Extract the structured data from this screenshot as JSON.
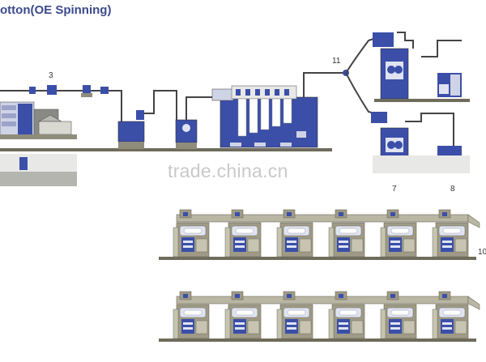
{
  "header": {
    "title": "otton(OE Spinning)"
  },
  "watermark": "trade.china.cn",
  "labels": {
    "n3": "3",
    "n11": "11",
    "n7": "7",
    "n8": "8",
    "n10": "10"
  },
  "colors": {
    "machine_blue": "#3b4fa8",
    "machine_light": "#dfe3f2",
    "frame_gray": "#9e9a86",
    "frame_dark": "#6f6c5c",
    "pipe": "#444444",
    "title": "#3b4a8c",
    "watermark": "#c9c9c9"
  },
  "rows": {
    "machines_per_row": 6
  }
}
